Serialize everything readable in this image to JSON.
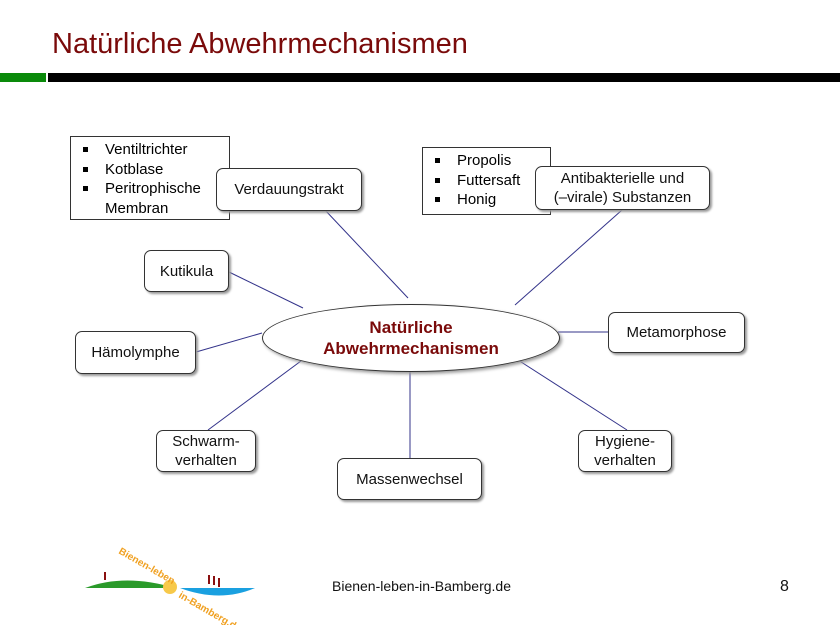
{
  "title": "Natürliche Abwehrmechanismen",
  "center": {
    "line1": "Natürliche",
    "line2": "Abwehrmechanismen"
  },
  "nodes": {
    "verdauung": "Verdauungstrakt",
    "antibakteriell1": "Antibakterielle und",
    "antibakteriell2": "(–virale) Substanzen",
    "kutikula": "Kutikula",
    "metamorphose": "Metamorphose",
    "haemolymphe": "Hämolymphe",
    "schwarm1": "Schwarm-",
    "schwarm2": "verhalten",
    "massenwechsel": "Massenwechsel",
    "hygiene1": "Hygiene-",
    "hygiene2": "verhalten"
  },
  "list_verdauung": [
    "Ventiltrichter",
    "Kotblase",
    "Peritrophische",
    "Membran"
  ],
  "list_substanzen": [
    "Propolis",
    "Futtersaft",
    "Honig"
  ],
  "footer": "Bienen-leben-in-Bamberg.de",
  "page_number": "8",
  "logo_text": "Bienen-leben in-Bamberg.de",
  "colors": {
    "title": "#7a0a0a",
    "accent": "#0a8a0a"
  }
}
